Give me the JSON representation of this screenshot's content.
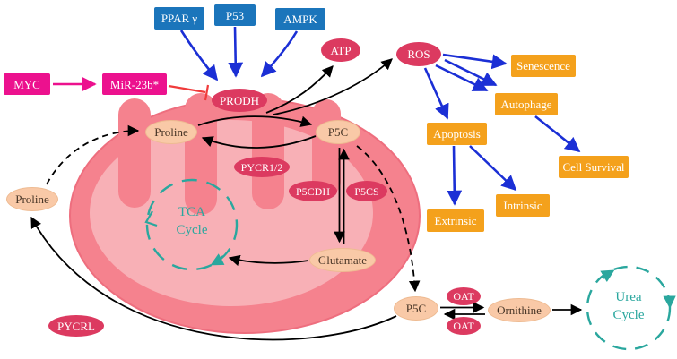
{
  "regulators": {
    "ppar": "PPAR γ",
    "p53": "P53",
    "ampk": "AMPK",
    "myc": "MYC",
    "mir23b": "MiR-23b*"
  },
  "enzymes": {
    "prodh": "PRODH",
    "pycr12": "PYCR1/2",
    "p5cdh": "P5CDH",
    "p5cs": "P5CS",
    "oat_top": "OAT",
    "oat_bottom": "OAT",
    "pycrl": "PYCRL"
  },
  "metabolites": {
    "atp": "ATP",
    "ros": "ROS",
    "proline_mito": "Proline",
    "p5c_mito": "P5C",
    "glutamate": "Glutamate",
    "proline_cyto": "Proline",
    "p5c_cyto": "P5C",
    "ornithine": "Ornithine"
  },
  "outcomes": {
    "senescence": "Senescence",
    "autophage": "Autophage",
    "apoptosis": "Apoptosis",
    "cell_survival": "Cell Survival",
    "extrinsic": "Extrinsic",
    "intrinsic": "Intrinsic"
  },
  "cycles": {
    "tca_line1": "TCA",
    "tca_line2": "Cycle",
    "urea_line1": "Urea",
    "urea_line2": "Cycle"
  },
  "colors": {
    "blue_box": "#1b75bb",
    "magenta_box": "#ec118e",
    "red_ellipse": "#dc3a60",
    "peach_ellipse": "#f9c9a7",
    "orange_box": "#f4a11c",
    "teal": "#2aa79e",
    "cell_outer": "#f5828e",
    "cell_inner": "#f8b0b6",
    "arrow_blue": "#1b2fd5",
    "arrow_black": "#000000",
    "arrow_red": "#f03b3b",
    "arrow_magenta": "#ec118e"
  }
}
